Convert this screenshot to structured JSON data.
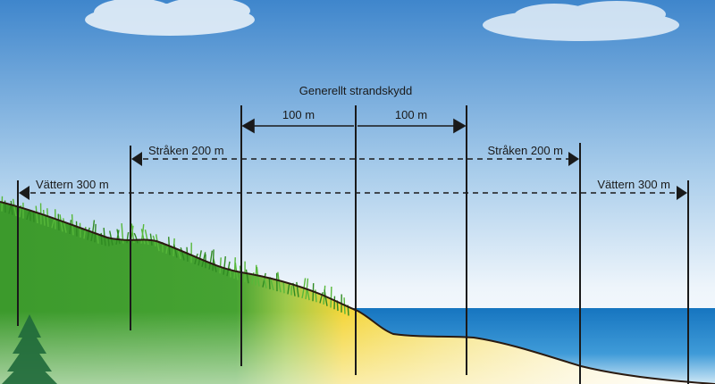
{
  "diagram": {
    "title": "Generellt strandskydd",
    "labels": {
      "general_left": "100 m",
      "general_right": "100 m",
      "straken_left": "Stråken 200 m",
      "straken_right": "Stråken 200 m",
      "vattern_left": "Vättern 300 m",
      "vattern_right": "Vättern 300 m"
    }
  },
  "colors": {
    "sky_top": "#4a8fd0",
    "sky_bottom": "#ffffff",
    "grass": "#3e9a2e",
    "sand": "#f2d23a",
    "water": "#1a78c2",
    "lines": "#1a1a1a"
  }
}
